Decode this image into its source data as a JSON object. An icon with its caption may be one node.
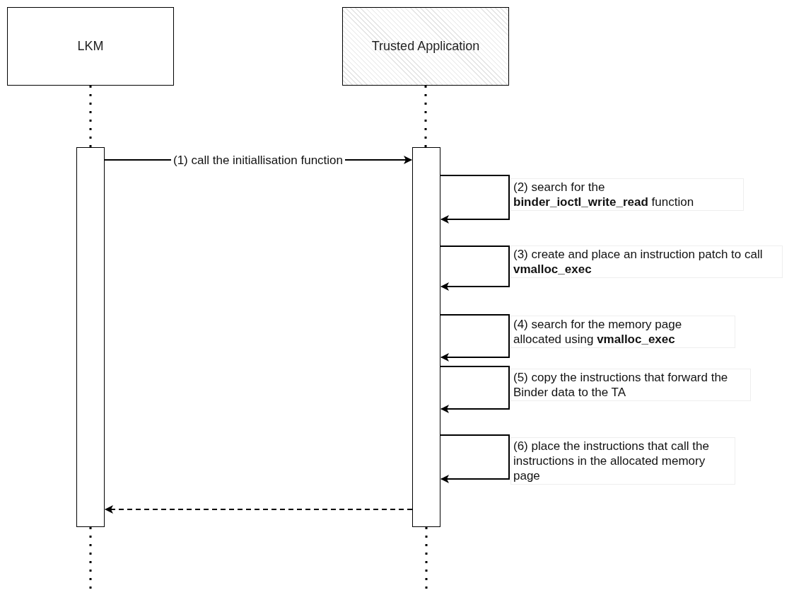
{
  "diagram": {
    "nodes": [
      {
        "text": [
          "LKM"
        ]
      },
      {
        "text": [
          "Trusted Application"
        ]
      },
      {
        "text": [],
        "shape": "bar"
      },
      {
        "text": [],
        "shape": "bar"
      }
    ],
    "edges": [
      {
        "from": 0,
        "to": 2,
        "arrow": "none",
        "style": "dashed"
      },
      {
        "from": 2,
        "to": null,
        "arrow": "none",
        "style": "dashed"
      },
      {
        "from": 1,
        "to": 3,
        "arrow": "none",
        "style": "dashed"
      },
      {
        "from": 3,
        "to": null,
        "arrow": "none",
        "style": "dashed"
      },
      {
        "from": 2,
        "to": 3,
        "arrow": "to",
        "label": "(1) call the initiallisation function"
      },
      {
        "from": 3,
        "to": 3,
        "arrow": "to",
        "label": "(2) search for the **binder_ioctl_write_read** function"
      },
      {
        "from": 3,
        "to": 3,
        "arrow": "to",
        "label": "(3) create and place an instruction patch to call **vmalloc_exec**"
      },
      {
        "from": 3,
        "to": 3,
        "arrow": "to",
        "label": "(4) search for the memory page allocated using **vmalloc_exec**"
      },
      {
        "from": 3,
        "to": 3,
        "arrow": "to",
        "label": "(5) copy the instructions that forward the Binder data to the TA"
      },
      {
        "from": 3,
        "to": 3,
        "arrow": "to",
        "label": "(6) place the instructions that call the instructions in the allocated memory page"
      },
      {
        "from": 3,
        "to": 2,
        "arrow": "to",
        "style": "dashed"
      }
    ]
  }
}
